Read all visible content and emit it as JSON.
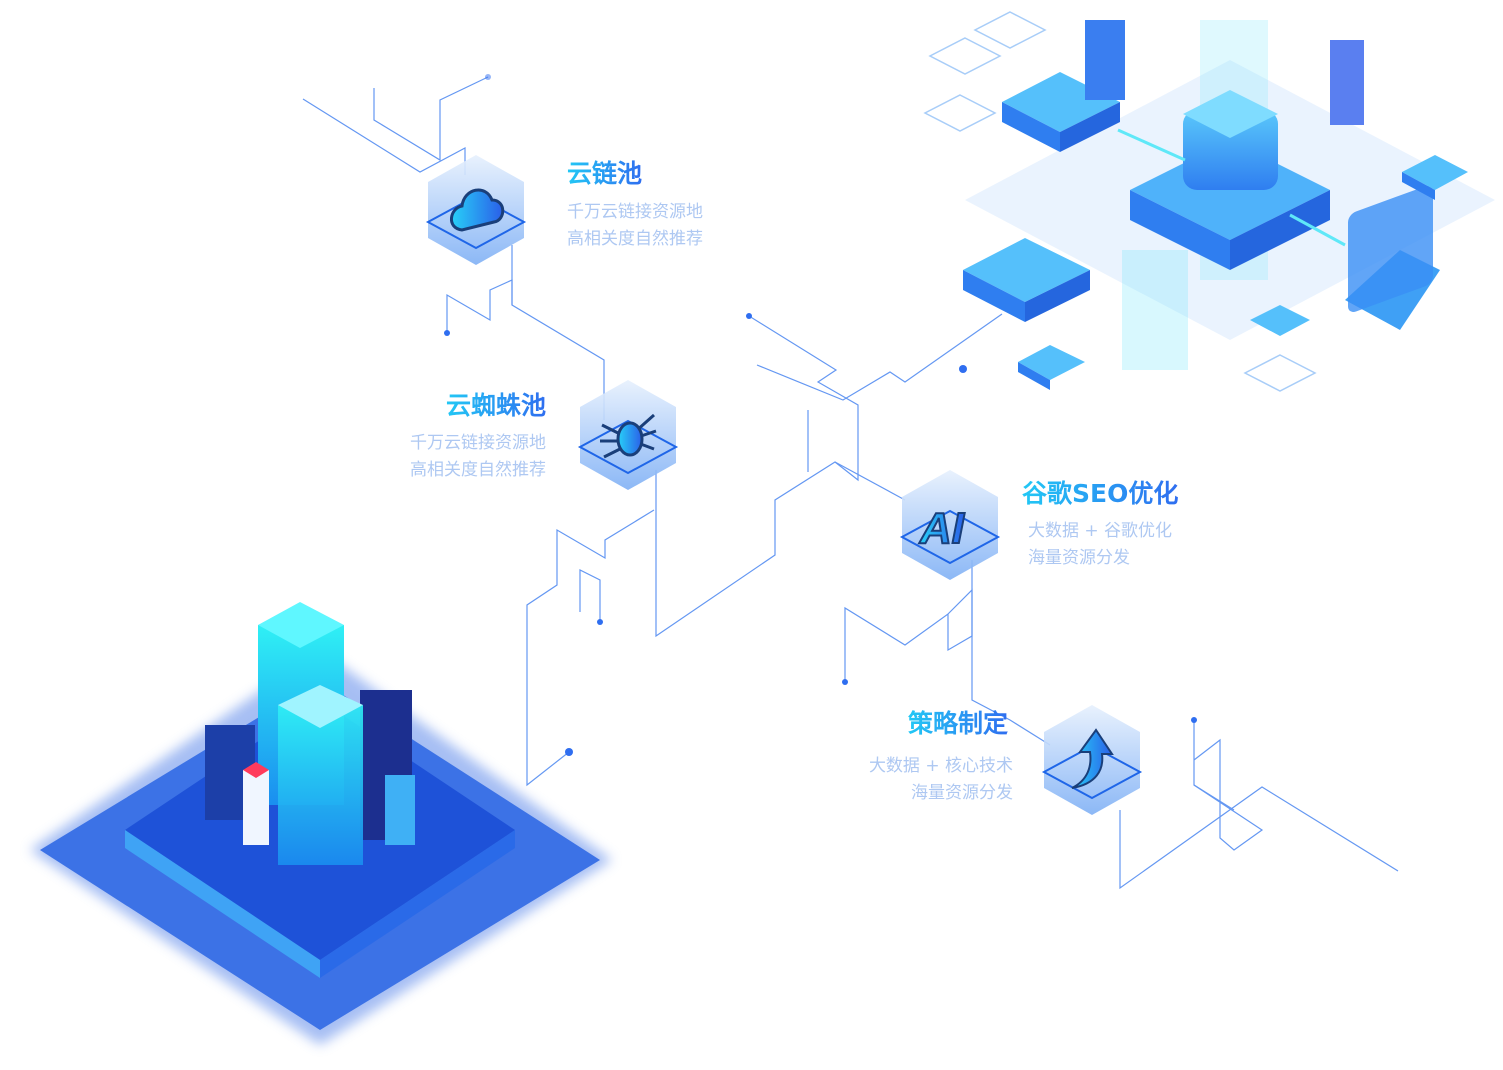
{
  "features": [
    {
      "title": "云链池",
      "lines": [
        "千万云链接资源地",
        "高相关度自然推荐"
      ],
      "icon": "cloud-icon"
    },
    {
      "title": "云蜘蛛池",
      "lines": [
        "千万云链接资源地",
        "高相关度自然推荐"
      ],
      "icon": "spider-icon"
    },
    {
      "title": "谷歌SEO优化",
      "lines": [
        "大数据 +  谷歌优化",
        "海量资源分发"
      ],
      "icon": "ai-icon"
    },
    {
      "title": "策略制定",
      "lines": [
        "大数据 + 核心技术",
        "海量资源分发"
      ],
      "icon": "arrow-up-icon"
    }
  ],
  "colors": {
    "accent": "#2f6ef0",
    "title_start": "#22c8f5",
    "desc": "#aec8f2",
    "line": "#4a86f0"
  }
}
